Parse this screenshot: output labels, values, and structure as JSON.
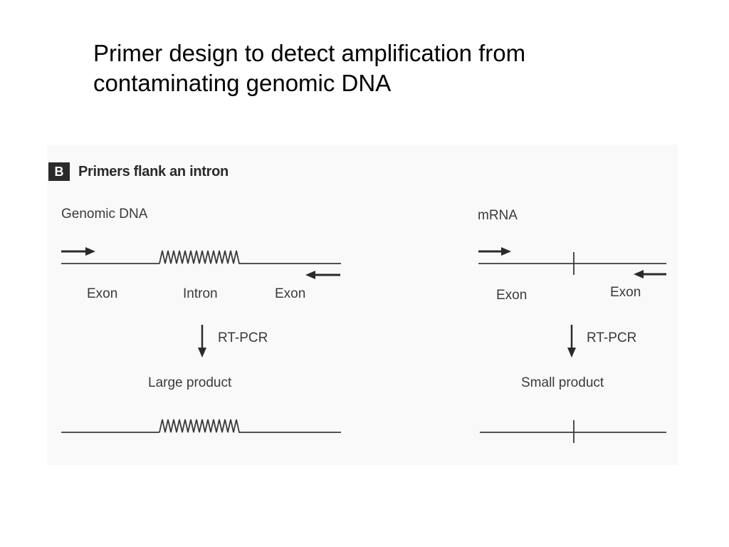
{
  "slide": {
    "title_line1": "Primer design to detect amplification from",
    "title_line2": "contaminating genomic DNA"
  },
  "panel": {
    "label": "B",
    "heading": "Primers flank an intron"
  },
  "genomic": {
    "heading": "Genomic DNA",
    "exon_left": "Exon",
    "intron": "Intron",
    "exon_right": "Exon",
    "step": "RT-PCR",
    "product": "Large product"
  },
  "mrna": {
    "heading": "mRNA",
    "exon_left": "Exon",
    "exon_right": "Exon",
    "step": "RT-PCR",
    "product": "Small product"
  },
  "colors": {
    "line": "#3a3a3a",
    "text": "#3a3a3a",
    "panel_bg": "#f9f9f9",
    "label_bg": "#2a2a2a"
  }
}
